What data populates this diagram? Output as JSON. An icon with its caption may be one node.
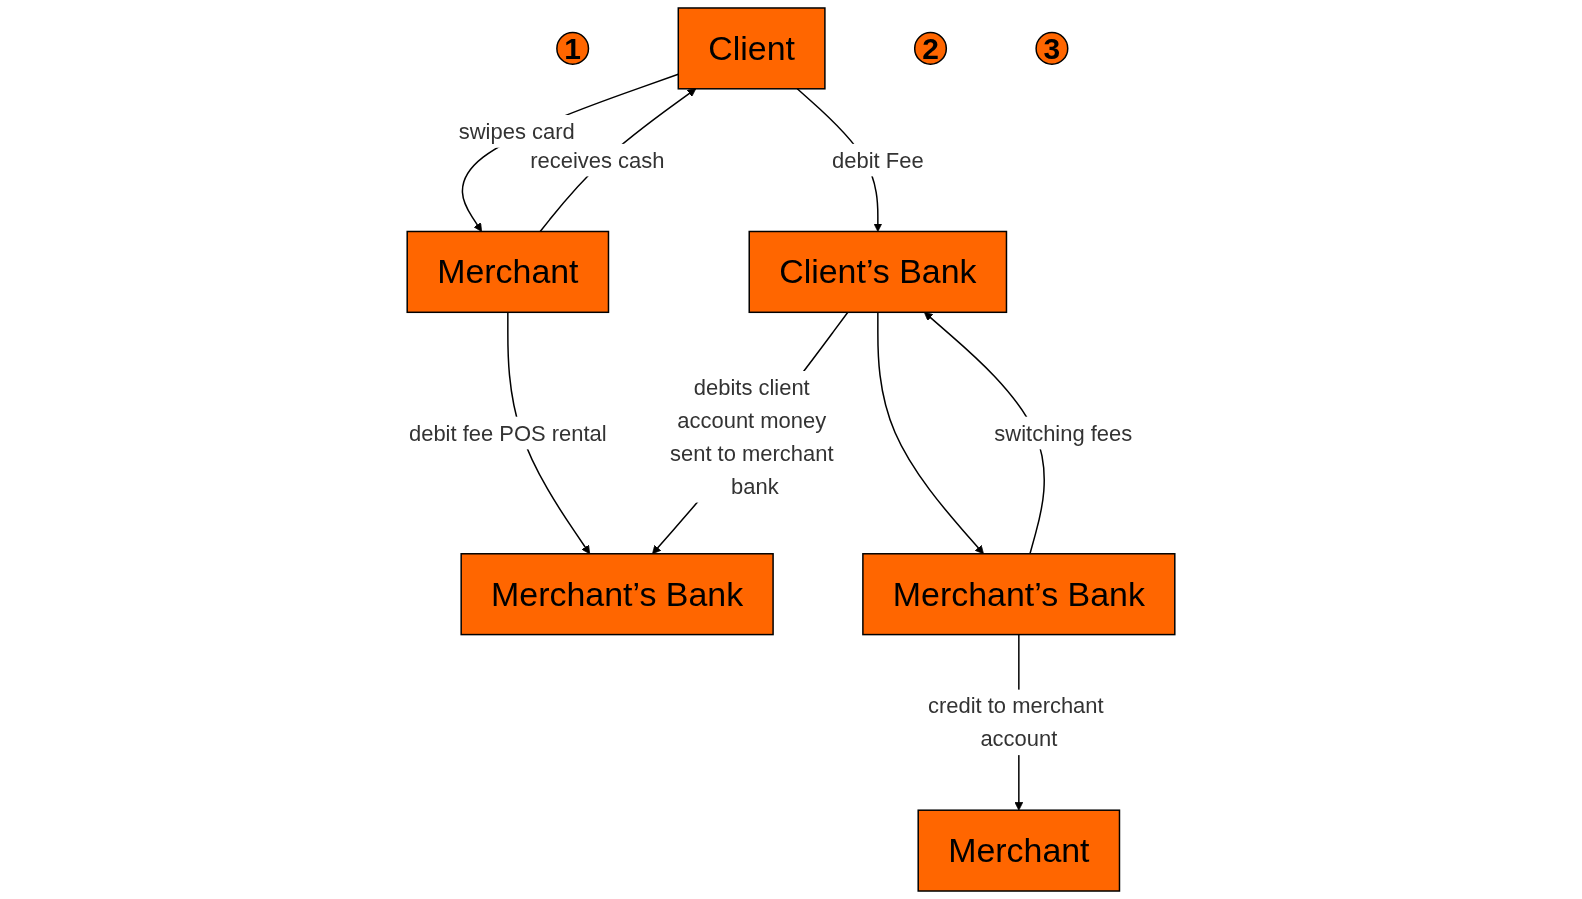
{
  "diagram": {
    "nodes": [
      {
        "text": [
          "1"
        ]
      },
      {
        "text": [
          "Client"
        ]
      },
      {
        "text": [
          "Merchant"
        ]
      },
      {
        "text": [
          "2"
        ]
      },
      {
        "text": [
          "Client’s Bank"
        ]
      },
      {
        "text": [
          "Merchant’s Bank"
        ]
      },
      {
        "text": [
          "3"
        ]
      },
      {
        "text": [
          "Merchant’s Bank"
        ]
      },
      {
        "text": [
          "Merchant"
        ]
      }
    ],
    "edges": [
      {
        "from": 1,
        "to": 2,
        "arrow": "to",
        "label": "swipes card"
      },
      {
        "from": 2,
        "to": 1,
        "arrow": "to",
        "label": "receives cash"
      },
      {
        "from": 1,
        "to": 4,
        "arrow": "to",
        "label": "debit Fee"
      },
      {
        "from": 2,
        "to": 5,
        "arrow": "to",
        "label": "debit fee POS rental"
      },
      {
        "from": 4,
        "to": 5,
        "arrow": "to",
        "label": "debits client account money sent to merchant bank"
      },
      {
        "from": 4,
        "to": 7,
        "arrow": "to"
      },
      {
        "from": 7,
        "to": 4,
        "arrow": "to",
        "label": "switching fees"
      },
      {
        "from": 7,
        "to": 8,
        "arrow": "to",
        "label": "credit to merchant account"
      }
    ]
  }
}
